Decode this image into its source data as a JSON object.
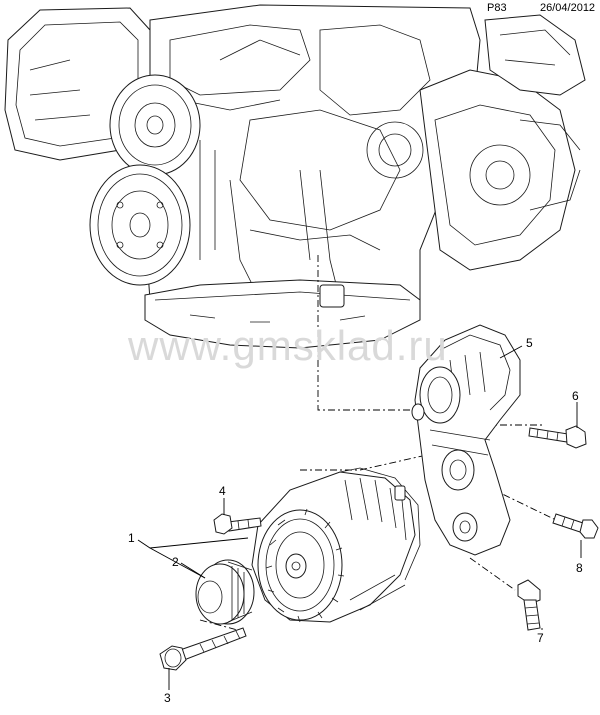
{
  "header": {
    "code": "P83",
    "date": "26/04/2012"
  },
  "watermark": "www.gmsklad.ru",
  "callouts": [
    {
      "id": "1",
      "label": "1"
    },
    {
      "id": "2",
      "label": "2"
    },
    {
      "id": "3",
      "label": "3"
    },
    {
      "id": "4",
      "label": "4"
    },
    {
      "id": "5",
      "label": "5"
    },
    {
      "id": "6",
      "label": "6"
    },
    {
      "id": "7",
      "label": "7"
    },
    {
      "id": "8",
      "label": "8"
    }
  ],
  "parts": {
    "engine": "engine-block-drawing",
    "alternator": "alternator-drawing",
    "pulley": "pulley-drawing",
    "bracket": "alternator-bracket-drawing",
    "bolts": "bolt-drawings"
  }
}
